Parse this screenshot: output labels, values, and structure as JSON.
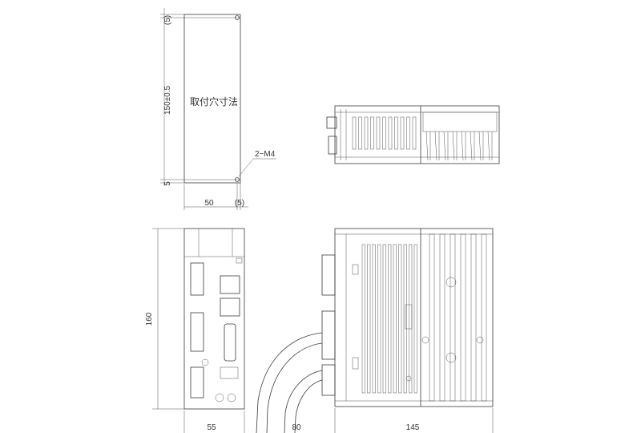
{
  "mount_template": {
    "label": "取付穴寸法",
    "height_dim": "150±0.5",
    "top_margin": "(5)",
    "bottom_margin": "5",
    "width_dim": "50",
    "right_margin": "(5)",
    "hole_callout": "2−M4"
  },
  "views": {
    "front_height": "160",
    "front_width": "55",
    "cable_clearance": "80",
    "depth": "145"
  },
  "colors": {
    "line": "#3a3a3a",
    "text": "#333333",
    "background": "#ffffff"
  }
}
